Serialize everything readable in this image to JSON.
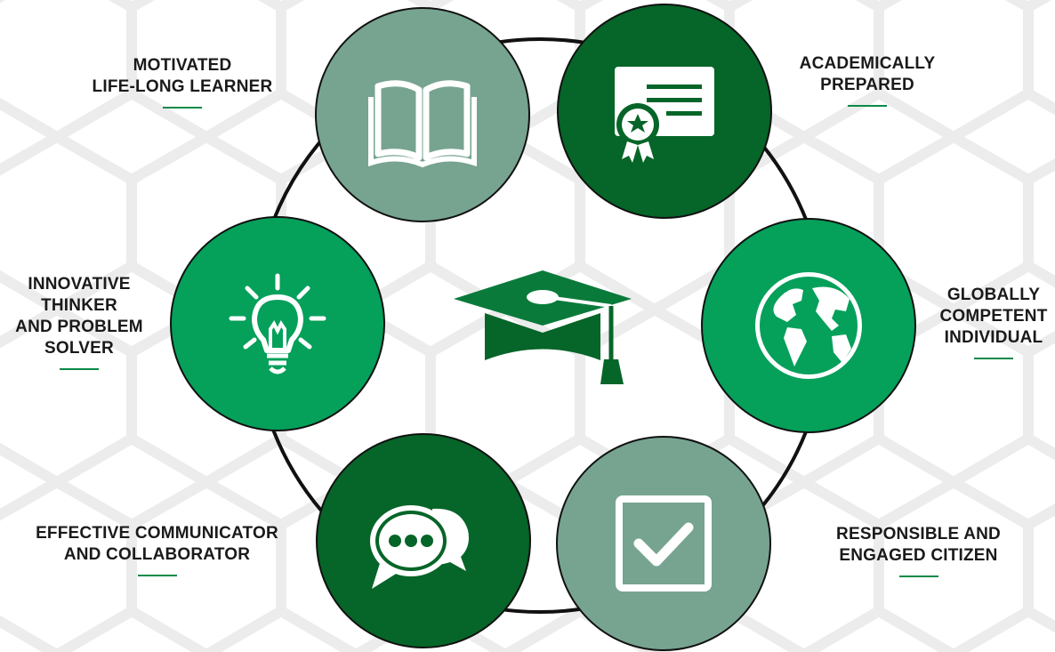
{
  "colors": {
    "dark_green": "#066528",
    "mid_green": "#05a05a",
    "sage": "#77a490",
    "ring": "#111111",
    "underline": "#0a8a48",
    "hex_pattern": "#ececec"
  },
  "center": {
    "icon": "graduation-cap-icon"
  },
  "attributes": [
    {
      "id": "lifelong",
      "label": "MOTIVATED\nLIFE-LONG LEARNER",
      "icon": "open-book-icon",
      "fill": "#77a490"
    },
    {
      "id": "academic",
      "label": "ACADEMICALLY\nPREPARED",
      "icon": "certificate-icon",
      "fill": "#066528"
    },
    {
      "id": "global",
      "label": "GLOBALLY\nCOMPETENT\nINDIVIDUAL",
      "icon": "globe-icon",
      "fill": "#05a05a"
    },
    {
      "id": "citizen",
      "label": "RESPONSIBLE AND\nENGAGED CITIZEN",
      "icon": "checkbox-icon",
      "fill": "#77a490"
    },
    {
      "id": "communicator",
      "label": "EFFECTIVE COMMUNICATOR\nAND COLLABORATOR",
      "icon": "speech-bubbles-icon",
      "fill": "#066528"
    },
    {
      "id": "innovator",
      "label": "INNOVATIVE\nTHINKER\nAND PROBLEM\nSOLVER",
      "icon": "lightbulb-icon",
      "fill": "#05a05a"
    }
  ]
}
